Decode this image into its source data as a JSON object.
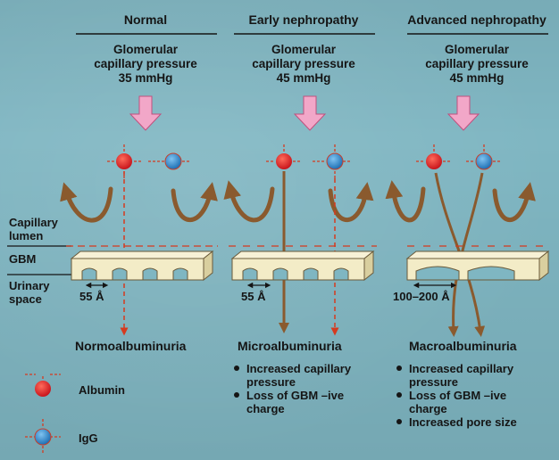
{
  "columns": [
    {
      "header": "Normal",
      "pressure_lines": [
        "Glomerular",
        "capillary pressure",
        "35 mmHg"
      ],
      "pore_label": "55 Å",
      "result": "Normoalbuminuria"
    },
    {
      "header": "Early nephropathy",
      "pressure_lines": [
        "Glomerular",
        "capillary pressure",
        "45 mmHg"
      ],
      "pore_label": "55 Å",
      "result": "Microalbuminuria",
      "bullets": [
        [
          "Increased capillary",
          "pressure"
        ],
        [
          "Loss of GBM –ive",
          "charge"
        ]
      ]
    },
    {
      "header": "Advanced nephropathy",
      "pressure_lines": [
        "Glomerular",
        "capillary pressure",
        "45 mmHg"
      ],
      "pore_label": "100–200 Å",
      "result": "Macroalbuminuria",
      "bullets": [
        [
          "Increased capillary",
          "pressure"
        ],
        [
          "Loss of GBM –ive",
          "charge"
        ],
        [
          "Increased pore size"
        ]
      ]
    }
  ],
  "side_labels": {
    "capillary_lumen": [
      "Capillary",
      "lumen"
    ],
    "gbm": "GBM",
    "urinary_space": [
      "Urinary",
      "space"
    ]
  },
  "legend": {
    "albumin": "Albumin",
    "igg": "IgG"
  },
  "colors": {
    "background": "#7fb6c2",
    "albumin": "#e3262b",
    "igg": "#2f86c9",
    "pressure_arrow": "#f2a7c8",
    "flow_arrow": "#8a5a2e",
    "dash_red": "#d53a1f",
    "gbm_block": "#f3ecc7"
  }
}
